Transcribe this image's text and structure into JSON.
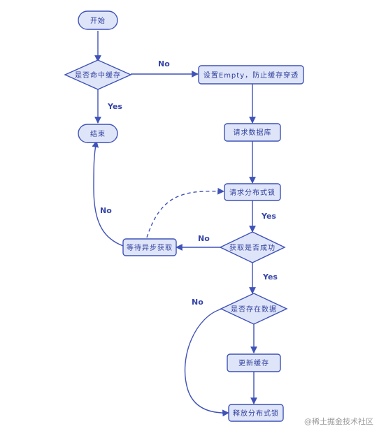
{
  "colors": {
    "stroke": "#3f52b8",
    "fill": "#dfe5f8",
    "text": "#2f3f9e",
    "watermark": "#9a9a9a"
  },
  "nodes": {
    "start": "开始",
    "cache_hit": "是否命中缓存",
    "end": "结束",
    "set_empty": "设置Empty，防止缓存穿透",
    "request_db": "请求数据库",
    "request_lock": "请求分布式锁",
    "acquire_success": "获取是否成功",
    "wait_async": "等待异步获取",
    "data_exists": "是否存在数据",
    "update_cache": "更新缓存",
    "release_lock": "释放分布式锁"
  },
  "edges": {
    "hit_yes": "Yes",
    "hit_no": "No",
    "lock_yes": "Yes",
    "acquire_yes": "Yes",
    "acquire_no": "No",
    "wait_no": "No",
    "exists_no": "No"
  },
  "watermark": {
    "icon": "at-sign-icon",
    "text": "@稀土掘金技术社区"
  }
}
